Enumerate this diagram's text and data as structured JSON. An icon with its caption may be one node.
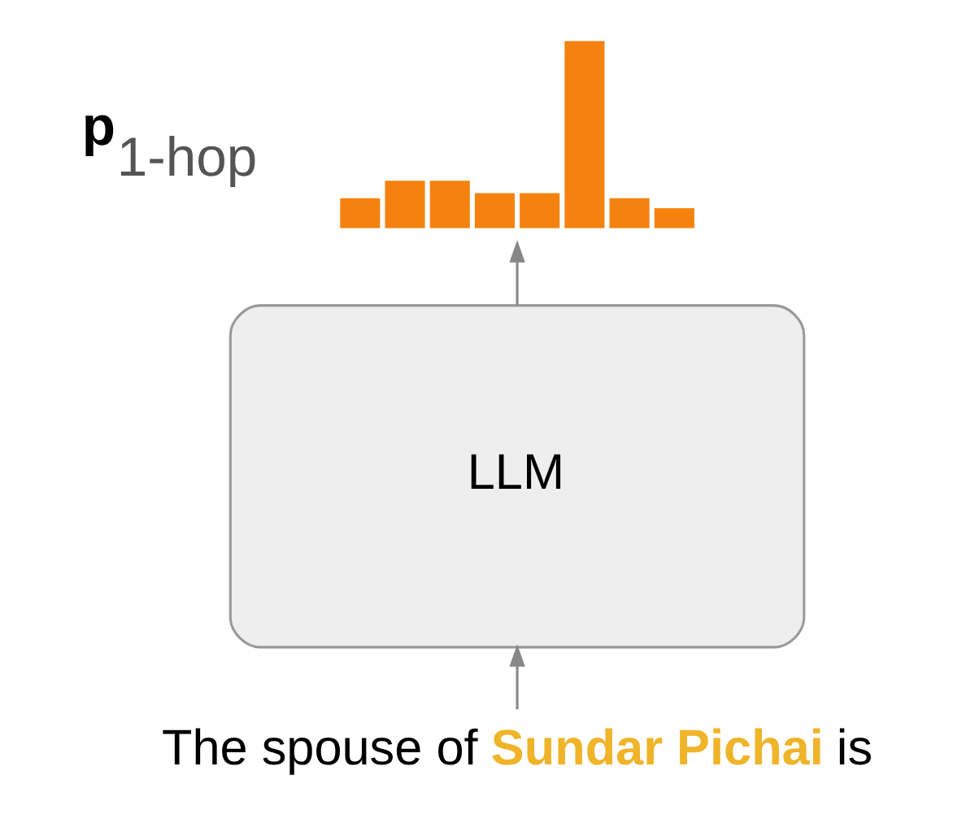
{
  "diagram": {
    "nodes": [
      {
        "text": [],
        "shape": "bar"
      },
      {
        "text": [
          "LLM"
        ]
      },
      {
        "text": [
          "The spouse of **Sundar Pichai** is"
        ]
      }
    ],
    "edges": [
      {
        "from": 2,
        "to": 1,
        "arrow": "to"
      },
      {
        "from": 1,
        "to": 0,
        "arrow": "to"
      }
    ],
    "labels": [
      "**p**$_{1-hop}$"
    ]
  }
}
